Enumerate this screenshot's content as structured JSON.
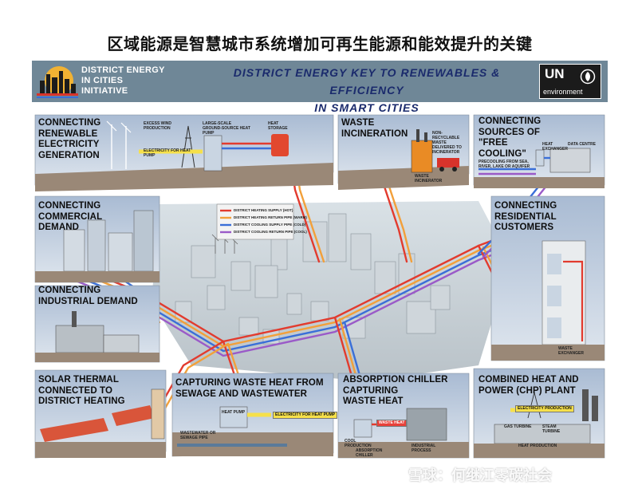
{
  "title_cn": "区域能源是智慧城市系统增加可再生能源和能效提升的关键",
  "initiative": {
    "lines": [
      "DISTRICT ENERGY",
      "IN CITIES",
      "INITIATIVE"
    ]
  },
  "tagline": {
    "lines": [
      "DISTRICT  ENERGY  KEY TO RENEWABLES &   EFFICIENCY",
      "IN SMART CITIES"
    ]
  },
  "un_logo": {
    "text": "UN",
    "sub": "environment"
  },
  "colors": {
    "banner": "#6f8797",
    "heating_supply": "#e23b2e",
    "heating_return": "#f2a03a",
    "cooling_supply": "#3a6fd8",
    "cooling_return": "#9a5ac8",
    "panel_sky": "#b9c7d9",
    "ground": "#9a8877"
  },
  "legend": [
    "DISTRICT HEATING SUPPLY (HOT)",
    "DISTRICT HEATING RETURN PIPE (WARM)",
    "DISTRICT COOLING SUPPLY PIPE (COLD)",
    "DISTRICT COOLING RETURN PIPE (COOL)"
  ],
  "panels": {
    "renewable": {
      "lines": [
        "CONNECTING",
        "RENEWABLE",
        "ELECTRICITY",
        "GENERATION"
      ],
      "labels": {
        "excess_wind": "EXCESS WIND PRODUCTION",
        "heat_pump": "LARGE-SCALE GROUND-SOURCE HEAT PUMP",
        "heat_storage": "HEAT STORAGE",
        "electricity": "ELECTRICITY FOR HEAT PUMP"
      }
    },
    "waste": {
      "lines": [
        "WASTE",
        "INCINERATION"
      ],
      "labels": {
        "nonrecyclable": "NON-RECYCLABLE WASTE DELIVERED TO INCINERATOR",
        "incinerator": "WASTE INCINERATOR"
      }
    },
    "free_cooling": {
      "lines": [
        "CONNECTING",
        "SOURCES OF",
        "\"FREE",
        "COOLING\""
      ],
      "labels": {
        "exchanger": "HEAT EXCHANGER",
        "data_centre": "DATA CENTRE",
        "precooling": "PRECOOLING FROM SEA, RIVER, LAKE OR AQUIFER"
      }
    },
    "commercial": {
      "lines": [
        "CONNECTING",
        "COMMERCIAL",
        "DEMAND"
      ]
    },
    "residential": {
      "lines": [
        "CONNECTING",
        "RESIDENTIAL",
        "CUSTOMERS"
      ],
      "labels": {
        "waste_exchanger": "WASTE EXCHANGER"
      }
    },
    "industrial": {
      "lines": [
        "CONNECTING",
        "INDUSTRIAL DEMAND"
      ]
    },
    "solar": {
      "lines": [
        "SOLAR THERMAL",
        "CONNECTED TO",
        "DISTRICT HEATING"
      ]
    },
    "sewage": {
      "lines": [
        "CAPTURING WASTE HEAT FROM",
        "SEWAGE AND WASTEWATER"
      ],
      "labels": {
        "heat_pump": "HEAT PUMP",
        "electricity": "ELECTRICITY FOR HEAT PUMP",
        "sewage_pipe": "WASTEWATER OR SEWAGE PIPE"
      }
    },
    "absorption": {
      "lines": [
        "ABSORPTION CHILLER",
        "CAPTURING",
        "WASTE HEAT"
      ],
      "labels": {
        "waste_heat": "WASTE HEAT",
        "cool_production": "COOL PRODUCTION",
        "absorption_chiller": "ABSORPTION CHILLER",
        "industrial_process": "INDUSTRIAL PROCESS"
      }
    },
    "chp": {
      "lines": [
        "COMBINED HEAT AND",
        "POWER (CHP) PLANT"
      ],
      "labels": {
        "production": "ELECTRICITY PRODUCTION",
        "gas_turbine": "GAS TURBINE",
        "steam_turbine": "STEAM TURBINE",
        "heat_production": "HEAT PRODUCTION"
      }
    }
  },
  "watermark": "雪球：何继江零碳社会"
}
